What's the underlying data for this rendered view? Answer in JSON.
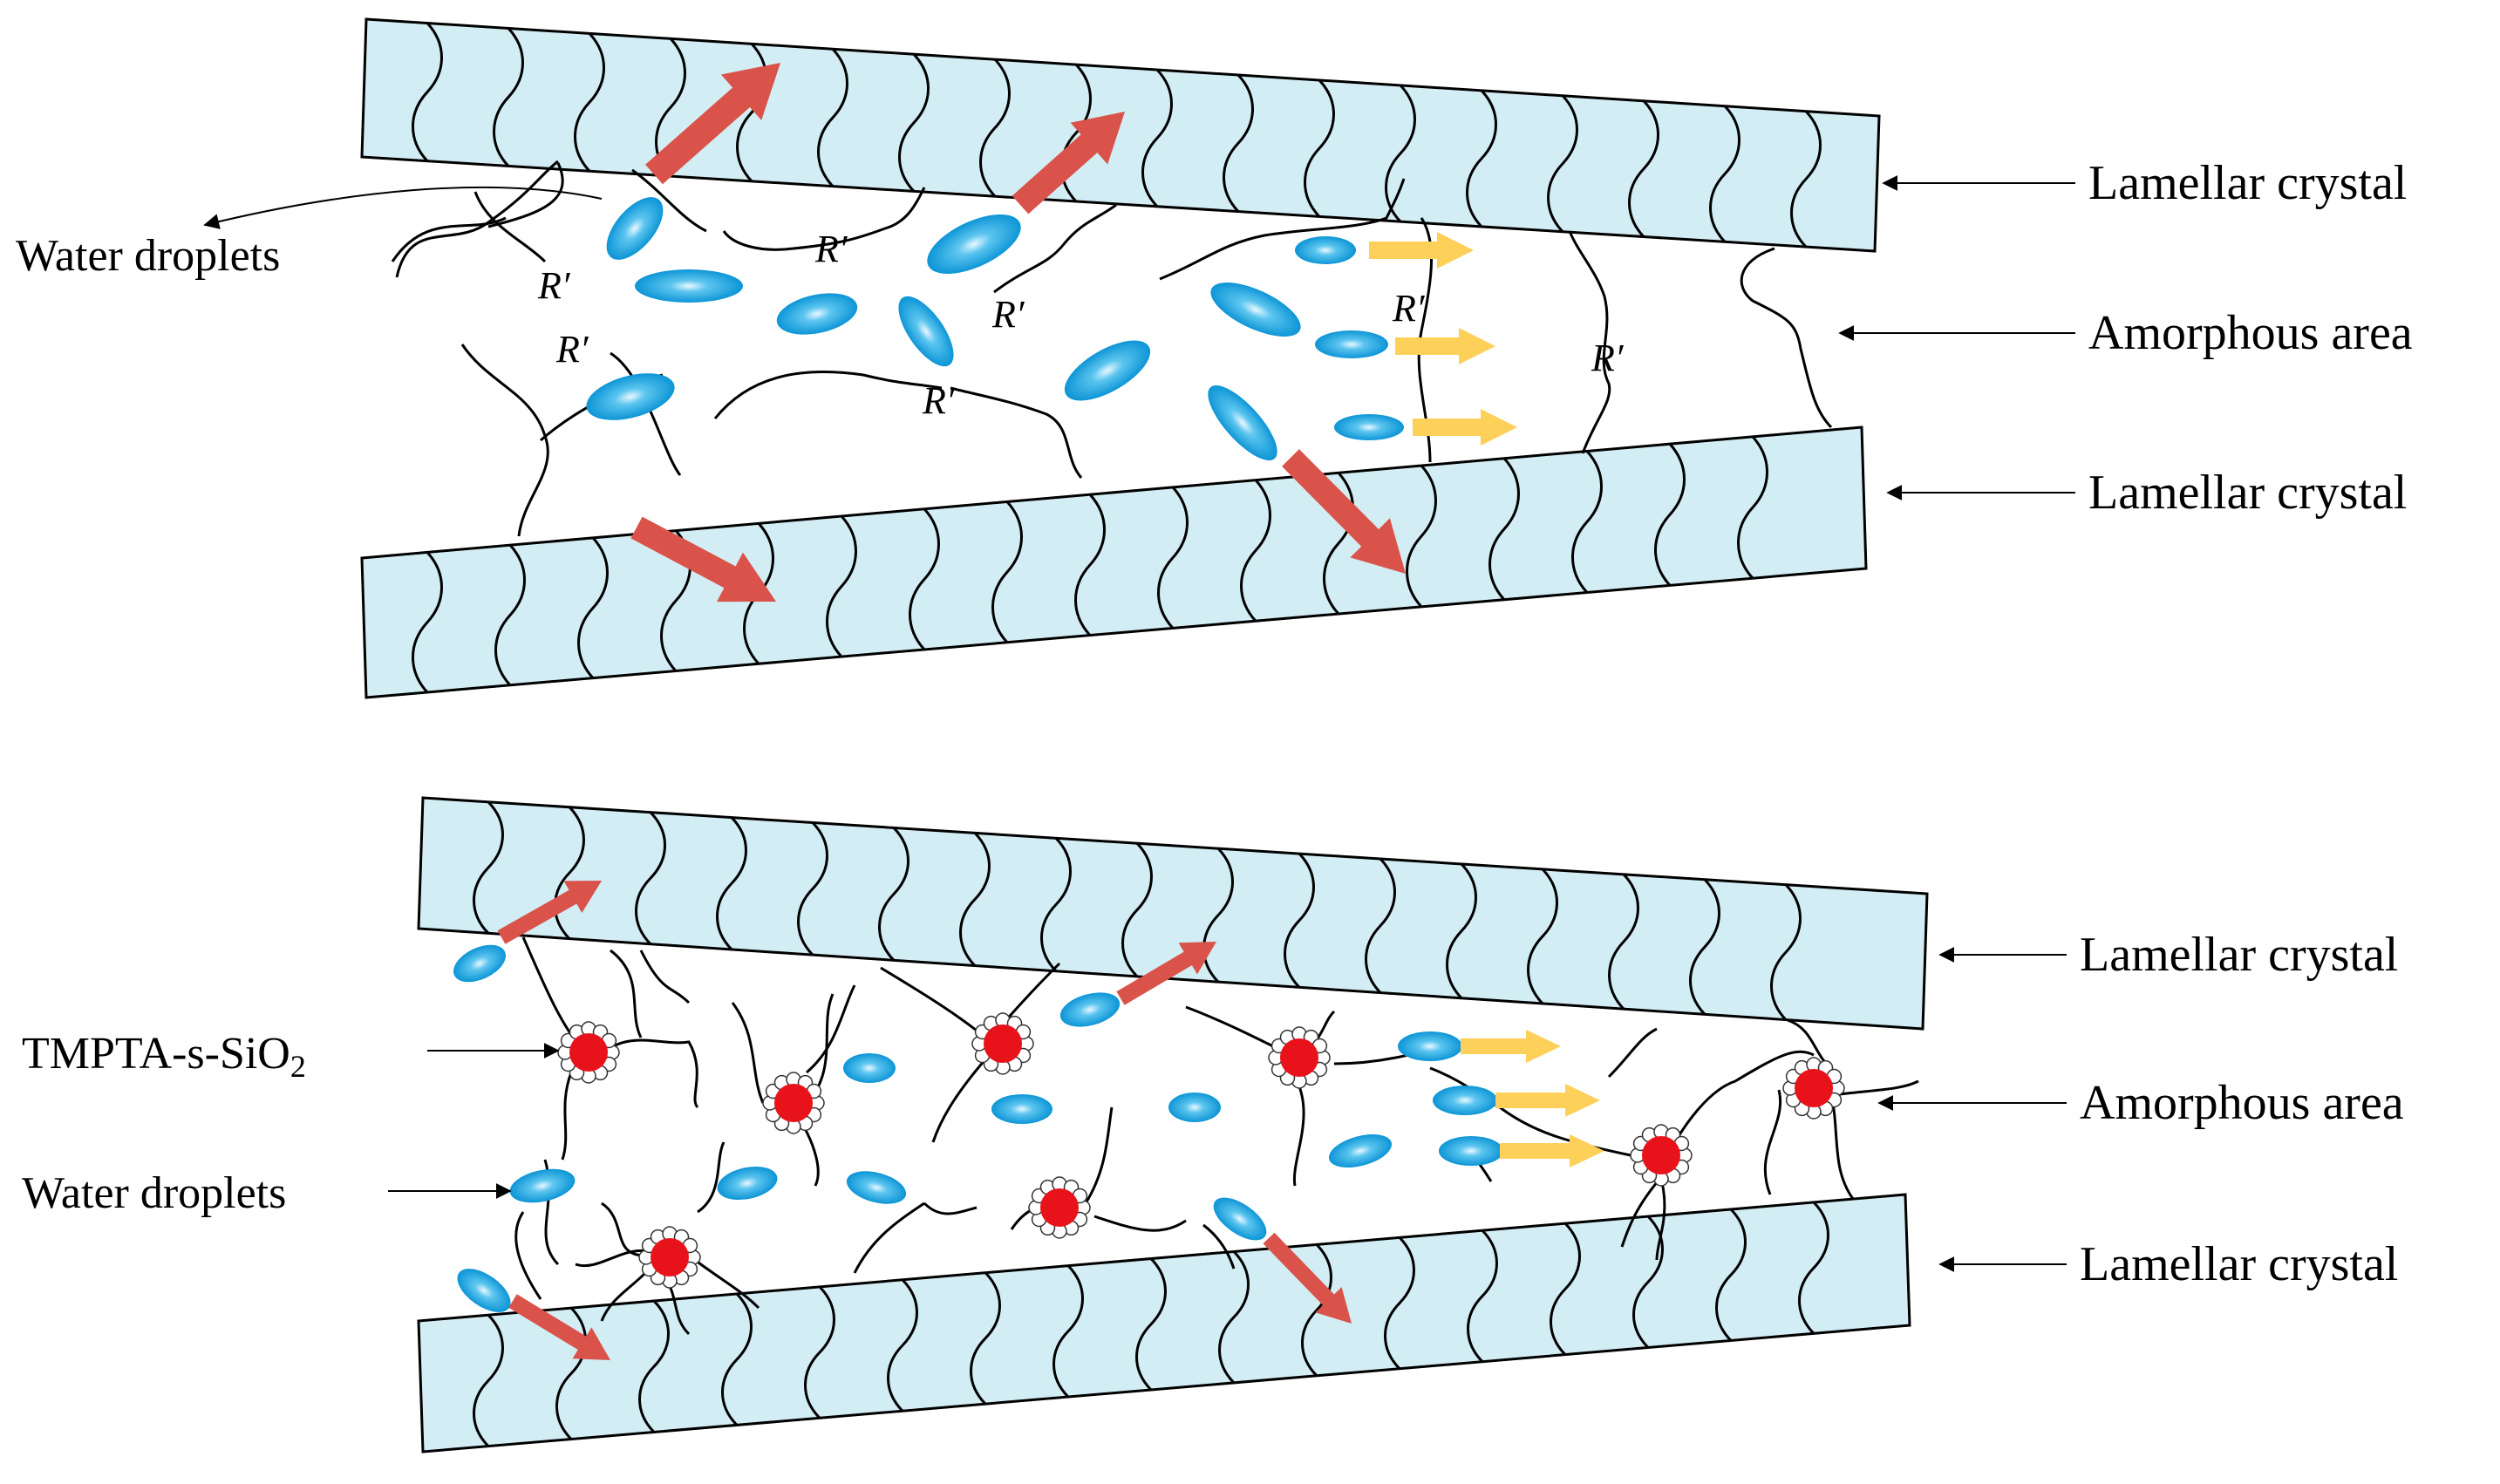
{
  "top_panel": {
    "lamellar_top_label": "Lamellar crystal",
    "amorphous_label": "Amorphous area",
    "lamellar_bottom_label": "Lamellar crystal",
    "water_label": "Water droplets",
    "r_prime_label": "R′"
  },
  "bottom_panel": {
    "lamellar_top_label": "Lamellar crystal",
    "amorphous_label": "Amorphous area",
    "lamellar_bottom_label": "Lamellar crystal",
    "tmpta_label": "TMPTA-s-SiO",
    "tmpta_subscript": "2",
    "water_label": "Water droplets"
  },
  "colors": {
    "crystal_fill": "#d3edf4",
    "droplet": "#1aa3dd",
    "red_arrow": "#d9534a",
    "yellow_arrow": "#fdd05a",
    "nanoparticle": "#e8121b"
  }
}
